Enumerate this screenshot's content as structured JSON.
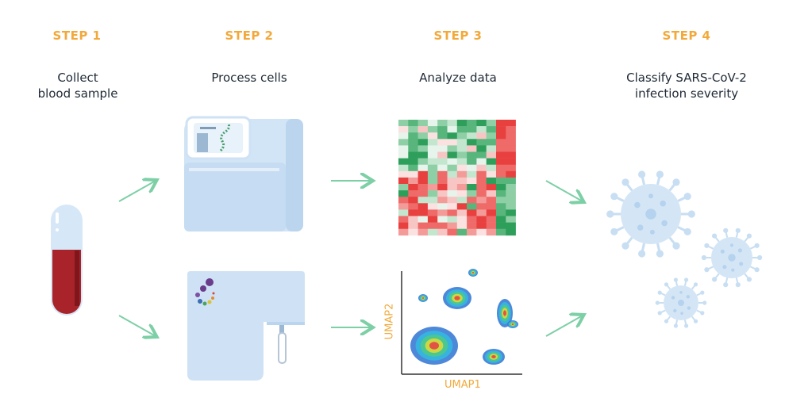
{
  "colors": {
    "step_accent": "#F2A93B",
    "arrow": "#7DCFA6",
    "device": "#CFE2F5",
    "device_dark": "#A9C7E6",
    "blood": "#A8242A",
    "heat_red": "#E8403F",
    "heat_green": "#2E9E5B",
    "virus": "#BFD9F0",
    "axis_label": "#F2A93B"
  },
  "steps": [
    {
      "label": "STEP 1",
      "caption_lines": [
        "Collect",
        "blood sample"
      ]
    },
    {
      "label": "STEP 2",
      "caption_lines": [
        "Process cells",
        ""
      ]
    },
    {
      "label": "STEP 3",
      "caption_lines": [
        "Analyze data",
        ""
      ]
    },
    {
      "label": "STEP 4",
      "caption_lines": [
        "Classify SARS-CoV-2",
        "infection severity"
      ]
    }
  ],
  "umap": {
    "xlabel": "UMAP1",
    "ylabel": "UMAP2"
  },
  "icons": {
    "tube": "blood-tube-icon",
    "sequencer": "sequencer-icon",
    "cytometer": "flow-cytometer-icon",
    "heatmap": "heatmap-icon",
    "umap": "umap-scatter-icon",
    "virus": "virus-icon"
  }
}
